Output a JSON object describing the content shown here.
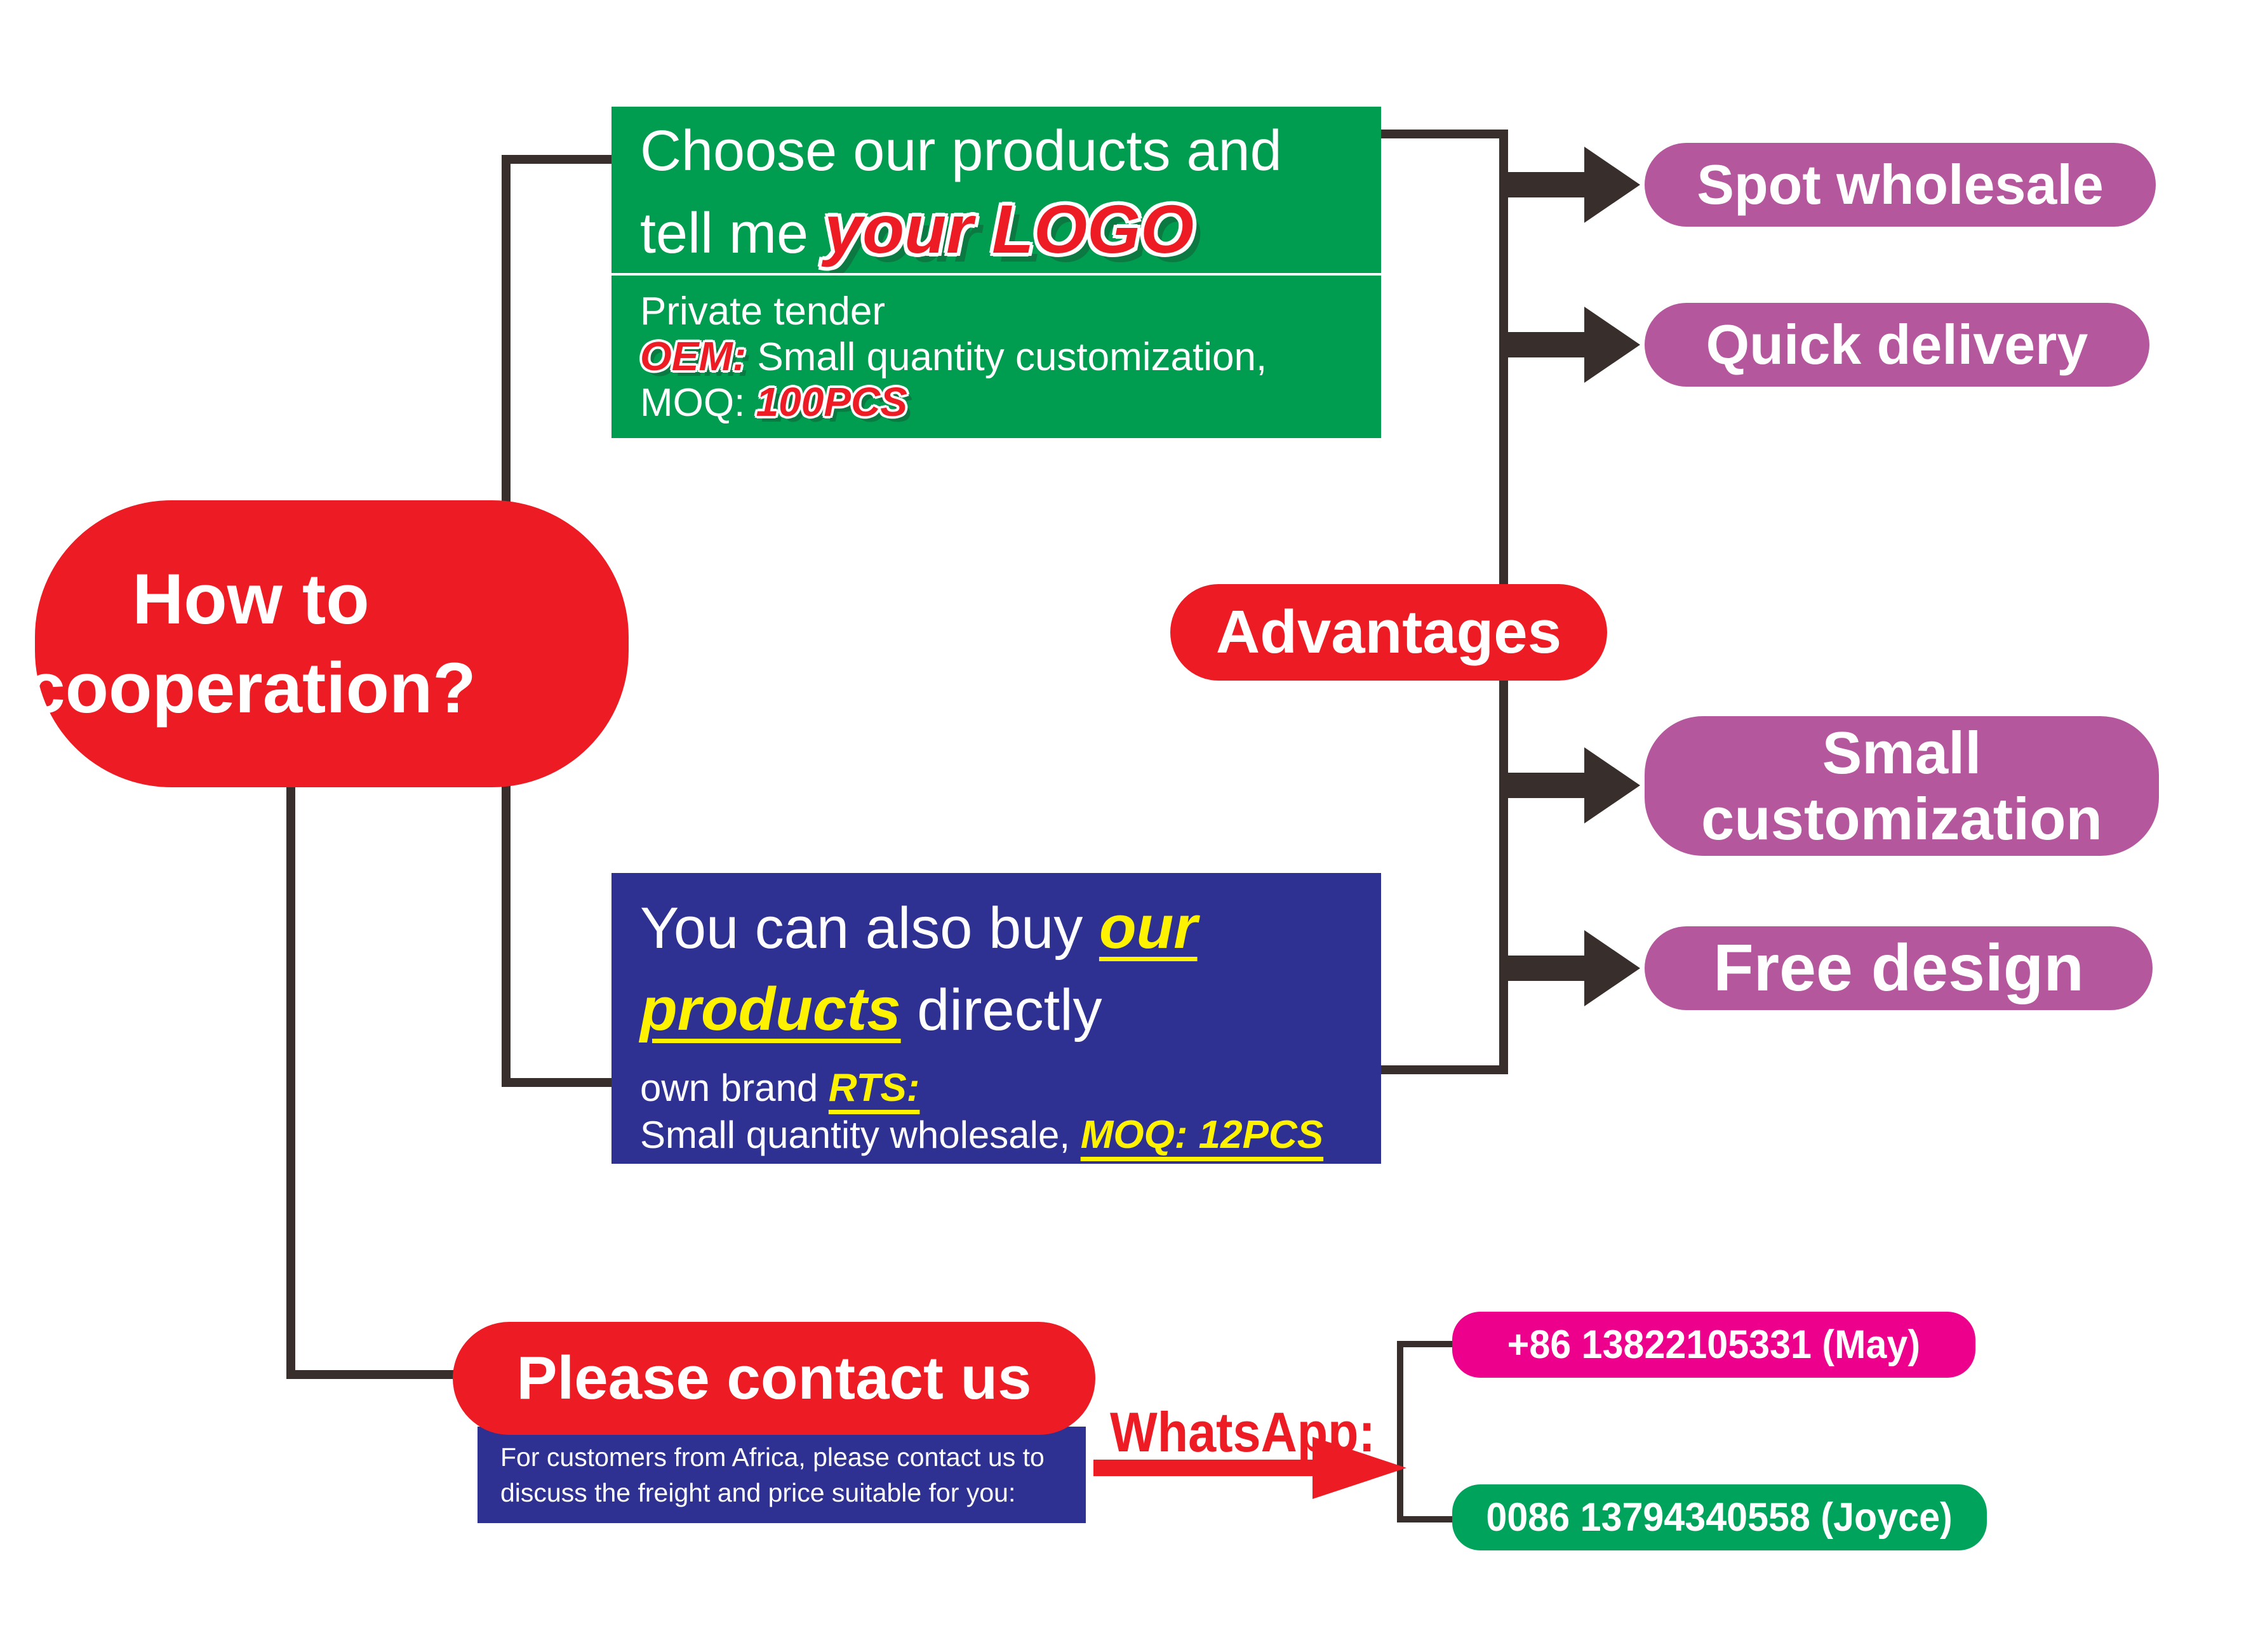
{
  "howto": {
    "line1": "How to",
    "line2": "cooperation?"
  },
  "green": {
    "line1": "Choose our products and",
    "line2_prefix": "tell me ",
    "logo": "your LOGO",
    "private": "Private tender",
    "oem_label": "OEM:",
    "oem_text": " Small quantity customization,",
    "moq_label": "MOQ: ",
    "moq_value": "100PCS"
  },
  "blue": {
    "l1_prefix": "You can also buy ",
    "l1_em": "our",
    "l2_em": "products",
    "l2_suffix": " directly",
    "l3_prefix": "own brand ",
    "l3_em": "RTS:",
    "l4_prefix": "Small quantity wholesale, ",
    "l4_em": "MOQ: 12PCS"
  },
  "advantages": {
    "label": "Advantages"
  },
  "benefits": [
    {
      "line1": "Spot wholesale"
    },
    {
      "line1": "Quick delivery"
    },
    {
      "line1": "Small",
      "line2": "customization"
    },
    {
      "line1": "Free design"
    }
  ],
  "contact": {
    "title": "Please contact us",
    "africa1": "For customers from Africa, please contact us to",
    "africa2": "discuss the freight and price suitable for you:",
    "whatsapp": "WhatsApp:",
    "phone_may": "+86 13822105331 (May)",
    "phone_joyce": "0086 13794340558 (Joyce)"
  },
  "colors": {
    "red": "#ED1C24",
    "green": "#009C4F",
    "navy": "#2E3192",
    "purple": "#B4579D",
    "magenta": "#EC008C",
    "green_phone": "#00A35B",
    "yellow": "#FFF200",
    "line": "#382F2D",
    "white": "#FFFFFF"
  }
}
